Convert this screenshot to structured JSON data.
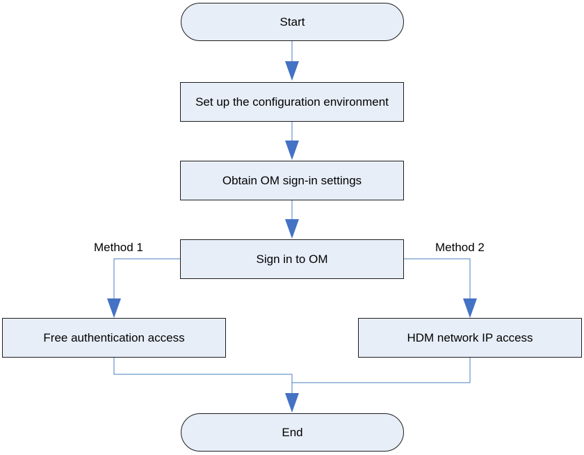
{
  "nodes": {
    "start": "Start",
    "setup": "Set up the configuration environment",
    "obtain": "Obtain OM sign-in settings",
    "signin": "Sign in to OM",
    "free_auth": "Free authentication access",
    "hdm_ip": "HDM network IP access",
    "end": "End"
  },
  "branch_labels": {
    "method1": "Method 1",
    "method2": "Method 2"
  },
  "colors": {
    "node_fill": "#e8eef8",
    "connector_line": "#4a7ebb",
    "arrowhead": "#4472c4"
  }
}
